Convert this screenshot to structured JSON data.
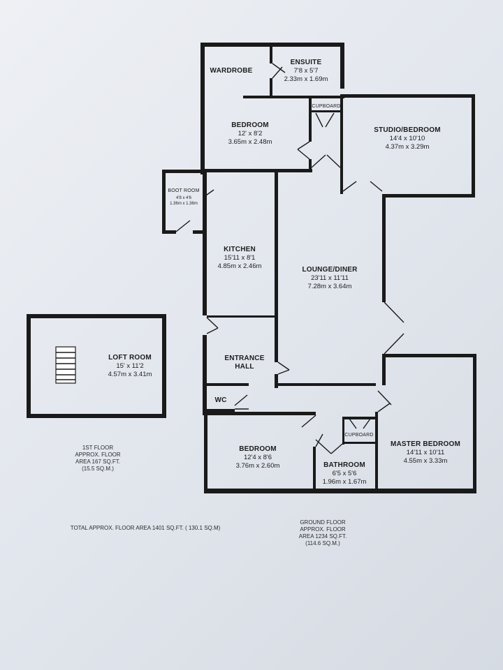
{
  "rooms": {
    "wardrobe": {
      "name": "WARDROBE"
    },
    "ensuite": {
      "name": "ENSUITE",
      "imperial": "7'8 x 5'7",
      "metric": "2.33m x 1.69m"
    },
    "cupboard_top": {
      "name": "CUPBOARD"
    },
    "bedroom_top": {
      "name": "BEDROOM",
      "imperial": "12' x 8'2",
      "metric": "3.65m x 2.48m"
    },
    "studio_bedroom": {
      "name": "STUDIO/BEDROOM",
      "imperial": "14'4 x 10'10",
      "metric": "4.37m x 3.29m"
    },
    "boot_room": {
      "name": "BOOT ROOM",
      "imperial": "4'8 x 4'6",
      "metric": "1.36m x 1.36m"
    },
    "kitchen": {
      "name": "KITCHEN",
      "imperial": "15'11 x 8'1",
      "metric": "4.85m x 2.46m"
    },
    "lounge_diner": {
      "name": "LOUNGE/DINER",
      "imperial": "23'11 x 11'11",
      "metric": "7.28m x 3.64m"
    },
    "loft_room": {
      "name": "LOFT ROOM",
      "imperial": "15' x 11'2",
      "metric": "4.57m x 3.41m"
    },
    "entrance_hall": {
      "name": "ENTRANCE",
      "name2": "HALL"
    },
    "wc": {
      "name": "WC"
    },
    "bedroom_bottom": {
      "name": "BEDROOM",
      "imperial": "12'4 x 8'6",
      "metric": "3.76m x 2.60m"
    },
    "cupboard_bottom": {
      "name": "CUPBOARD"
    },
    "bathroom": {
      "name": "BATHROOM",
      "imperial": "6'5 x 5'6",
      "metric": "1.96m x 1.67m"
    },
    "master_bedroom": {
      "name": "MASTER BEDROOM",
      "imperial": "14'11 x 10'11",
      "metric": "4.55m x 3.33m"
    }
  },
  "notes": {
    "first_floor": [
      "1ST FLOOR",
      "APPROX. FLOOR",
      "AREA 167 SQ.FT.",
      "(15.5 SQ.M.)"
    ],
    "total": "TOTAL APPROX. FLOOR AREA 1401 SQ.FT. ( 130.1 SQ.M)",
    "ground_floor": [
      "GROUND FLOOR",
      "APPROX. FLOOR",
      "AREA 1234 SQ.FT.",
      "(114.6 SQ.M.)"
    ]
  }
}
